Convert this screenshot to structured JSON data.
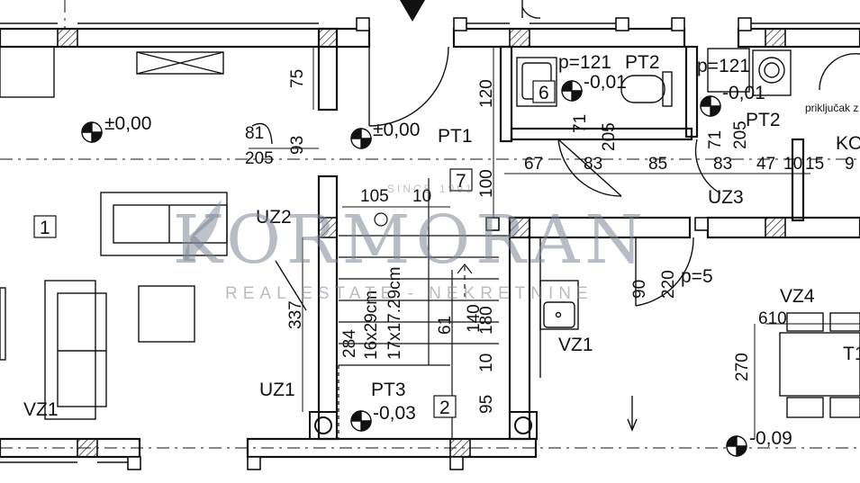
{
  "watermark": {
    "brand": "KORMORAN",
    "tagline": "REAL ESTATE - NEKRETNINE",
    "since": "SINCE 1991"
  },
  "rooms": [
    {
      "id": "room-1",
      "number": "1"
    },
    {
      "id": "room-2",
      "number": "2"
    },
    {
      "id": "room-6",
      "number": "6"
    },
    {
      "id": "room-7",
      "number": "7"
    }
  ],
  "levels": {
    "living": "±0,00",
    "hall": "±0,00",
    "bath": "-0,01",
    "utility": "-0,01",
    "storage": "-0,03",
    "terrace": "-0,09"
  },
  "floor_codes": {
    "pt1": "PT1",
    "pt2_bath": "PT2",
    "pt2_utility": "PT2",
    "pt3": "PT3",
    "vz1_living": "VZ1",
    "vz1_kitchen": "VZ1",
    "vz4": "VZ4",
    "uz1": "UZ1",
    "uz2": "UZ2",
    "uz3": "UZ3",
    "ko": "KO",
    "t1": "T1"
  },
  "perimeters": {
    "bath": "p=121",
    "utility": "p=121",
    "passage": "p=5"
  },
  "dimensions": {
    "d75": "75",
    "d81": "81",
    "d205a": "205",
    "d93": "93",
    "d120": "120",
    "d71a": "71",
    "d205b": "205",
    "d71b": "71",
    "d205c": "205",
    "d67": "67",
    "d83a": "83",
    "d85": "85",
    "d83b": "83",
    "d47": "47",
    "d10a": "10",
    "d15": "15",
    "d9": "9",
    "d100": "100",
    "d105": "105",
    "d10b": "10",
    "d337": "337",
    "d284": "284",
    "stair1": "16x29cm",
    "stair2": "17x17.29cm",
    "d61": "61",
    "d140": "140",
    "d180": "180",
    "d90": "90",
    "d220": "220",
    "d610": "610",
    "d270": "270",
    "d10c": "10",
    "d95": "95"
  },
  "notes": {
    "connection": "priključak z"
  }
}
